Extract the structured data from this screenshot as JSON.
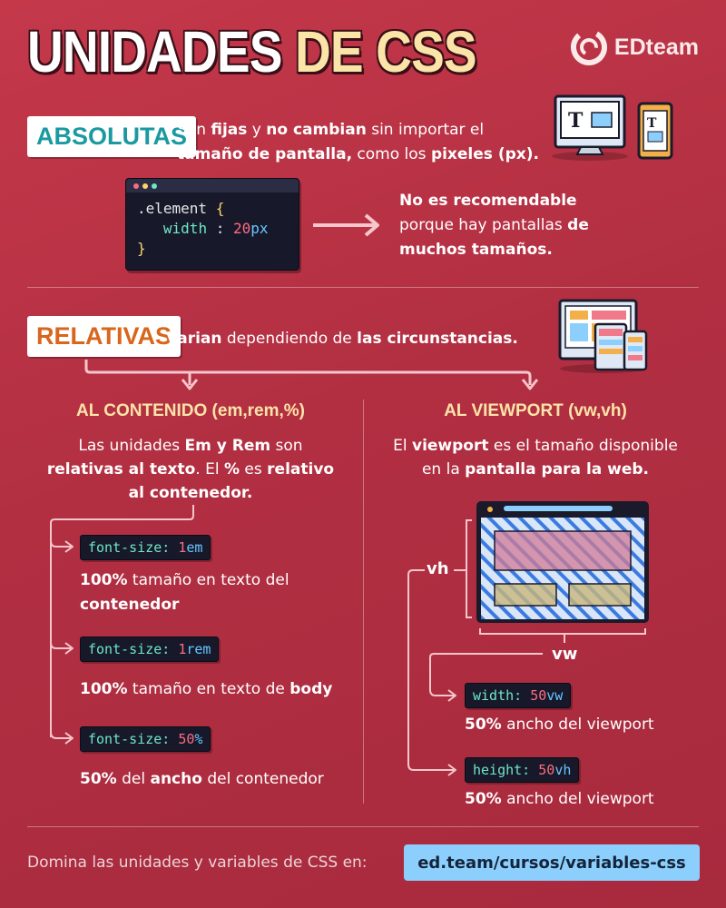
{
  "title": {
    "part1": "UNIDADES",
    "part2": "DE CSS"
  },
  "logo": {
    "text": "EDteam",
    "icon": "edteam-logo-icon"
  },
  "absolutas": {
    "tag": "ABSOLUTAS",
    "line1": [
      "Son ",
      "fijas",
      " y ",
      "no cambian",
      " sin importar el"
    ],
    "line2": [
      "tamaño de pantalla,",
      " como los ",
      "pixeles (px)."
    ],
    "icons": [
      "desktop-monitor-icon",
      "smartphone-icon"
    ],
    "code": {
      "selector": ".element",
      "open": "{",
      "property": "width",
      "colon": " : ",
      "value": "20",
      "unit": "px",
      "close": "}"
    },
    "warning": {
      "line1": "No es recomendable",
      "line2_normal": "porque hay pantallas ",
      "line2_bold": "de",
      "line3": "muchos tamaños."
    }
  },
  "relativas": {
    "tag": "RELATIVAS",
    "desc": [
      "Varian",
      " dependiendo de ",
      "las circunstancias."
    ],
    "icons": [
      "responsive-devices-icon"
    ]
  },
  "contenido": {
    "title": "AL CONTENIDO (em,rem,%)",
    "line1": [
      "Las unidades ",
      "Em y Rem",
      " son"
    ],
    "line2": [
      "relativas al texto",
      ". El ",
      "%",
      " es ",
      "relativo"
    ],
    "line3": "al contenedor.",
    "items": [
      {
        "prop": "font-size:",
        "value": "1",
        "unit": "em",
        "note_bold": "100%",
        "note_normal": " tamaño en texto del",
        "note_line2": "contenedor"
      },
      {
        "prop": "font-size:",
        "value": "1",
        "unit": "rem",
        "note_bold": "100%",
        "note_normal": " tamaño en texto de ",
        "note_bold2": "body"
      },
      {
        "prop": "font-size:",
        "value": "50",
        "unit": "%",
        "note_bold": "50%",
        "note_normal": " del ",
        "note_bold2": "ancho",
        "note_normal2": " del contenedor"
      }
    ]
  },
  "viewport": {
    "title": "AL VIEWPORT (vw,vh)",
    "line1": [
      "El ",
      "viewport",
      " es el tamaño disponible"
    ],
    "line2": [
      "en la ",
      "pantalla para la web."
    ],
    "vh_label": "vh",
    "vw_label": "vw",
    "items": [
      {
        "prop": "width:",
        "value": "50",
        "unit": "vw",
        "note_bold": "50%",
        "note_normal": " ancho del viewport"
      },
      {
        "prop": "height:",
        "value": "50",
        "unit": "vh",
        "note_bold": "50%",
        "note_normal": " ancho del viewport"
      }
    ]
  },
  "footer": {
    "text": "Domina las unidades y variables de CSS en:",
    "link": "ed.team/cursos/variables-css"
  },
  "colors": {
    "background": "#b22f42",
    "cream": "#fbe4a8",
    "teal": "#1a9aa0",
    "orange": "#d8661c",
    "code_bg": "#17192b",
    "link_bg": "#8ccffc"
  }
}
